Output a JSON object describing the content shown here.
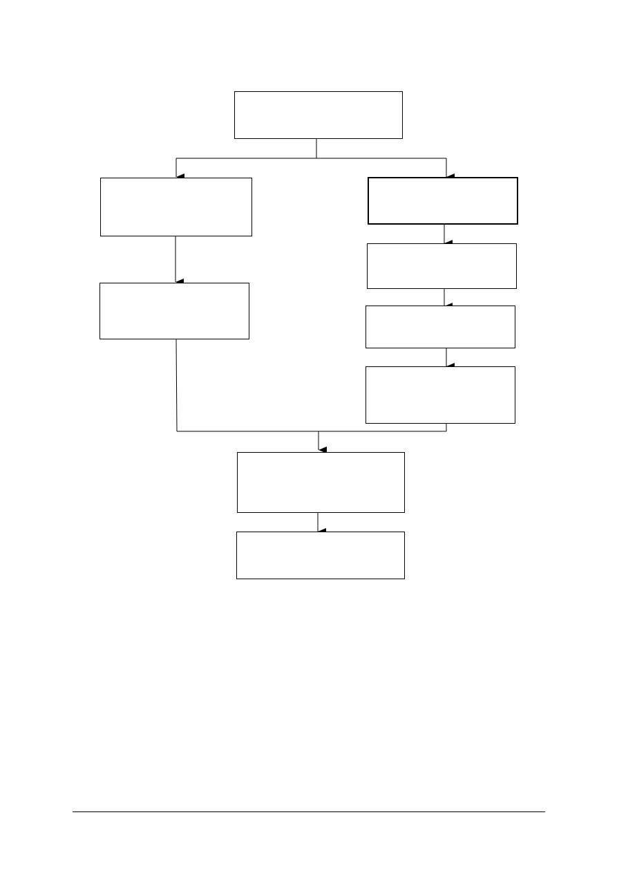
{
  "diagram": {
    "line_color": "#000000",
    "nodes": [
      {
        "id": "top",
        "label": ""
      },
      {
        "id": "left-1",
        "label": ""
      },
      {
        "id": "left-2",
        "label": ""
      },
      {
        "id": "right-1",
        "label": ""
      },
      {
        "id": "right-2",
        "label": ""
      },
      {
        "id": "right-3",
        "label": ""
      },
      {
        "id": "right-4",
        "label": ""
      },
      {
        "id": "merge",
        "label": ""
      },
      {
        "id": "final",
        "label": ""
      }
    ],
    "edges": [
      {
        "from": "top",
        "to": "left-1"
      },
      {
        "from": "top",
        "to": "right-1"
      },
      {
        "from": "left-1",
        "to": "left-2"
      },
      {
        "from": "right-1",
        "to": "right-2"
      },
      {
        "from": "right-2",
        "to": "right-3"
      },
      {
        "from": "right-3",
        "to": "right-4"
      },
      {
        "from": "left-2",
        "to": "merge"
      },
      {
        "from": "right-4",
        "to": "merge"
      },
      {
        "from": "merge",
        "to": "final"
      }
    ]
  }
}
